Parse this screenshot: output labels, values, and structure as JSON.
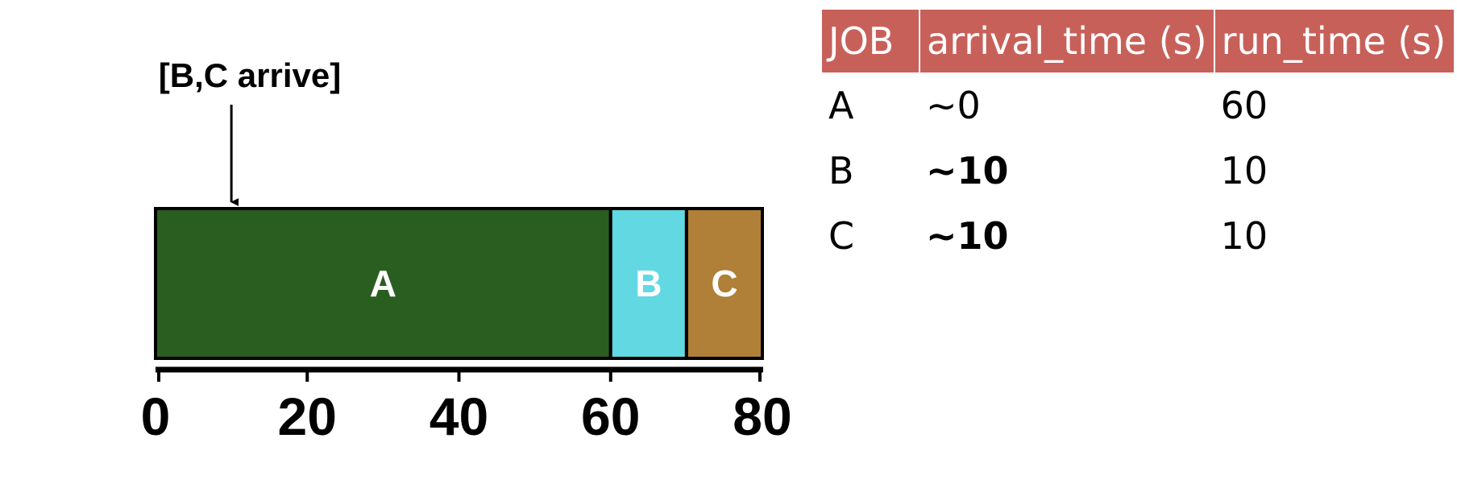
{
  "colors": {
    "job_a": "#2a5e20",
    "job_b": "#62d8e3",
    "job_c": "#b07f38",
    "table_header": "#c8605a",
    "outline": "#000000"
  },
  "timeline": {
    "annotation": "[B,C arrive]",
    "annotation_time": 10,
    "axis_min": 0,
    "axis_max": 80,
    "ticks": [
      "0",
      "20",
      "40",
      "60",
      "80"
    ],
    "segments": [
      {
        "label": "A",
        "start": 0,
        "end": 60
      },
      {
        "label": "B",
        "start": 60,
        "end": 70
      },
      {
        "label": "C",
        "start": 70,
        "end": 80
      }
    ]
  },
  "table": {
    "headers": [
      "JOB",
      "arrival_time (s)",
      "run_time (s)"
    ],
    "rows": [
      {
        "job": "A",
        "arrival": "~0",
        "run": "60",
        "arrival_bold": false
      },
      {
        "job": "B",
        "arrival": "~10",
        "run": "10",
        "arrival_bold": true
      },
      {
        "job": "C",
        "arrival": "~10",
        "run": "10",
        "arrival_bold": true
      }
    ]
  }
}
